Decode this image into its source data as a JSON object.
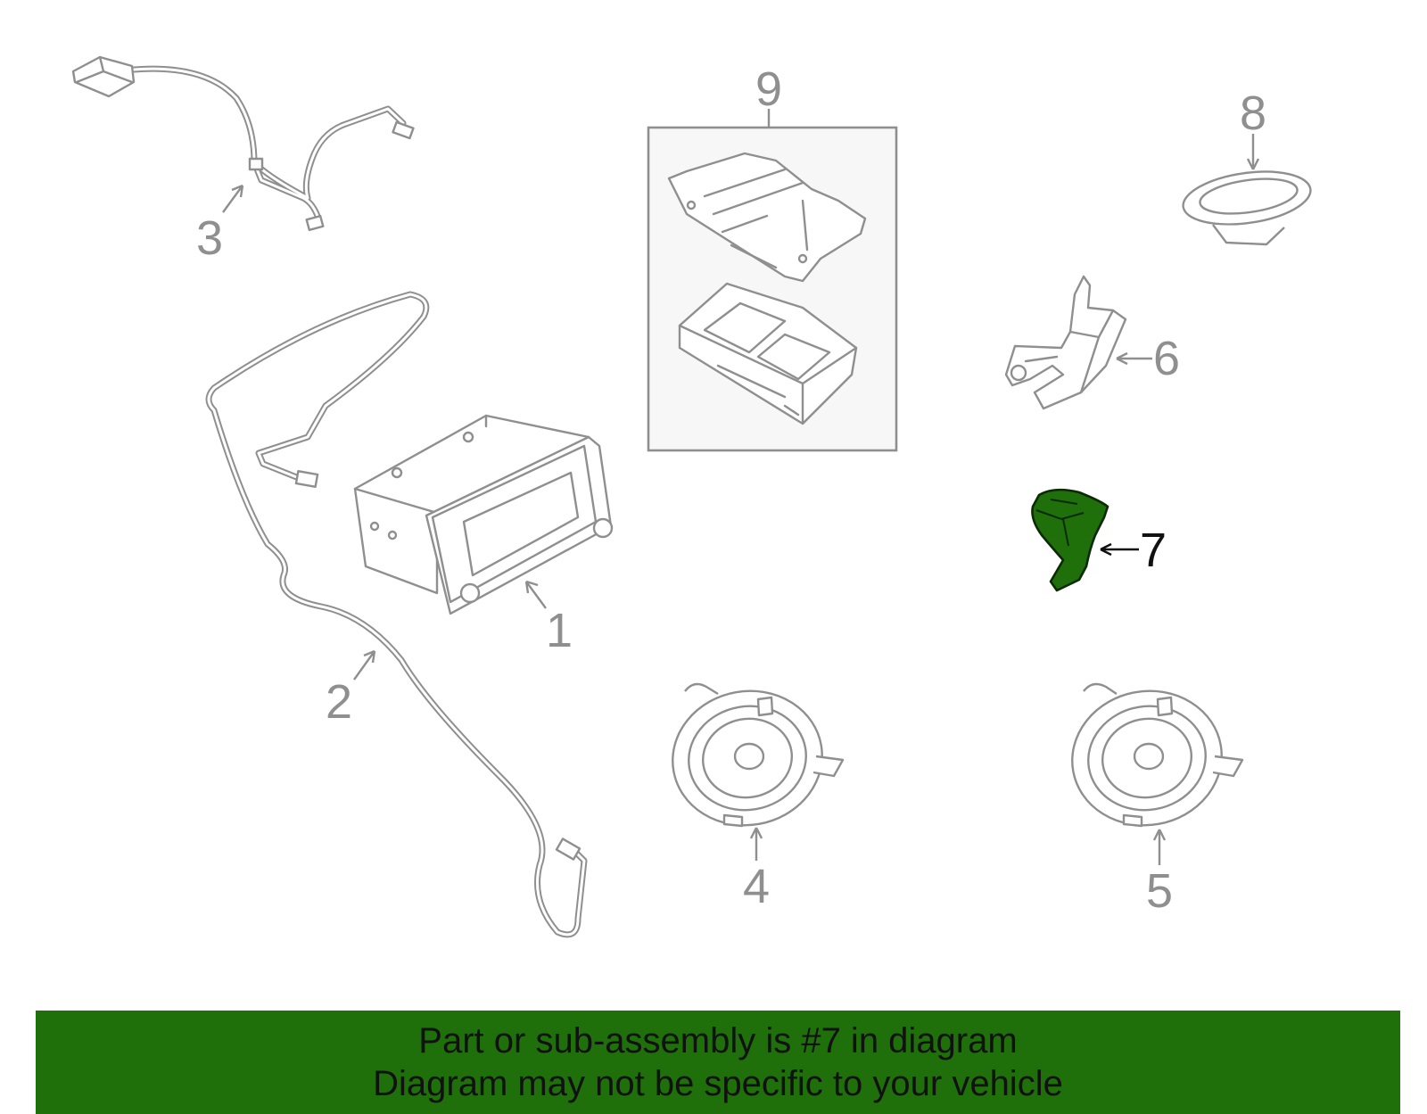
{
  "diagram": {
    "callouts": [
      {
        "id": "1",
        "label": "1"
      },
      {
        "id": "2",
        "label": "2"
      },
      {
        "id": "3",
        "label": "3"
      },
      {
        "id": "4",
        "label": "4"
      },
      {
        "id": "5",
        "label": "5"
      },
      {
        "id": "6",
        "label": "6"
      },
      {
        "id": "7",
        "label": "7"
      },
      {
        "id": "8",
        "label": "8"
      },
      {
        "id": "9",
        "label": "9"
      }
    ],
    "highlighted_part": "7",
    "highlight_color": "#1f6f0b",
    "line_color": "#8f8f8f"
  },
  "banner": {
    "line1": "Part or sub-assembly is #7 in diagram",
    "line2": "Diagram may not be specific to your vehicle",
    "background_color": "#1f6f0b"
  }
}
